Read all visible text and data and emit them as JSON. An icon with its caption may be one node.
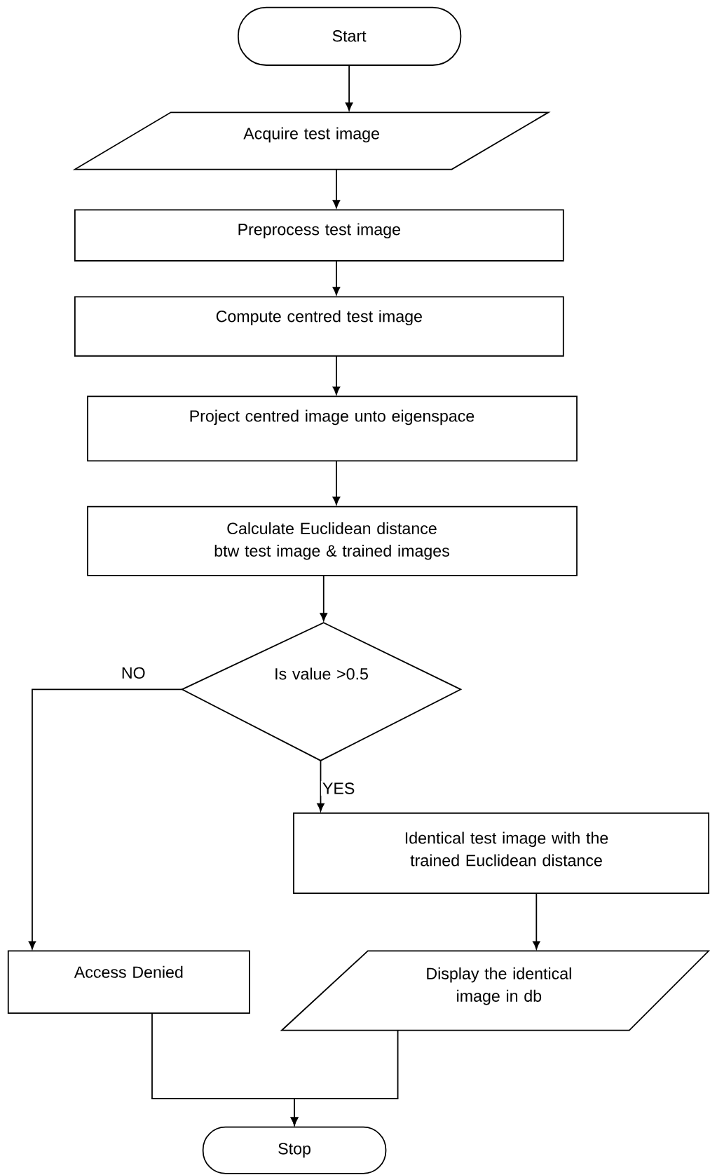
{
  "diagram": {
    "nodes": [
      {
        "text": [
          "Start"
        ]
      },
      {
        "text": [
          "Acquire test image"
        ]
      },
      {
        "text": [
          "Preprocess test image"
        ]
      },
      {
        "text": [
          "Compute centred test image"
        ]
      },
      {
        "text": [
          "Project centred image unto eigenspace"
        ]
      },
      {
        "text": [
          "Calculate Euclidean distance btw test image & trained images"
        ]
      },
      {
        "text": [
          "Is value >0.5"
        ]
      },
      {
        "text": [
          "Identical test image with the trained Euclidean distance"
        ]
      },
      {
        "text": [
          "Access Denied"
        ]
      },
      {
        "text": [
          "Display the identical image in db"
        ]
      },
      {
        "text": [
          "Stop"
        ]
      }
    ],
    "edges": [
      {
        "from": 0,
        "to": 1,
        "arrow": "to"
      },
      {
        "from": 1,
        "to": 2,
        "arrow": "to"
      },
      {
        "from": 2,
        "to": 3,
        "arrow": "to"
      },
      {
        "from": 3,
        "to": 4,
        "arrow": "to"
      },
      {
        "from": 4,
        "to": 5,
        "arrow": "to"
      },
      {
        "from": 5,
        "to": 6,
        "arrow": "to"
      },
      {
        "from": 6,
        "to": 8,
        "arrow": "to",
        "label": "NO"
      },
      {
        "from": 6,
        "to": 7,
        "arrow": "to",
        "label": "YES"
      },
      {
        "from": 7,
        "to": 9,
        "arrow": "to"
      },
      {
        "from": 8,
        "to": 10,
        "arrow": "to"
      },
      {
        "from": 9,
        "to": 10,
        "arrow": "to"
      }
    ]
  }
}
